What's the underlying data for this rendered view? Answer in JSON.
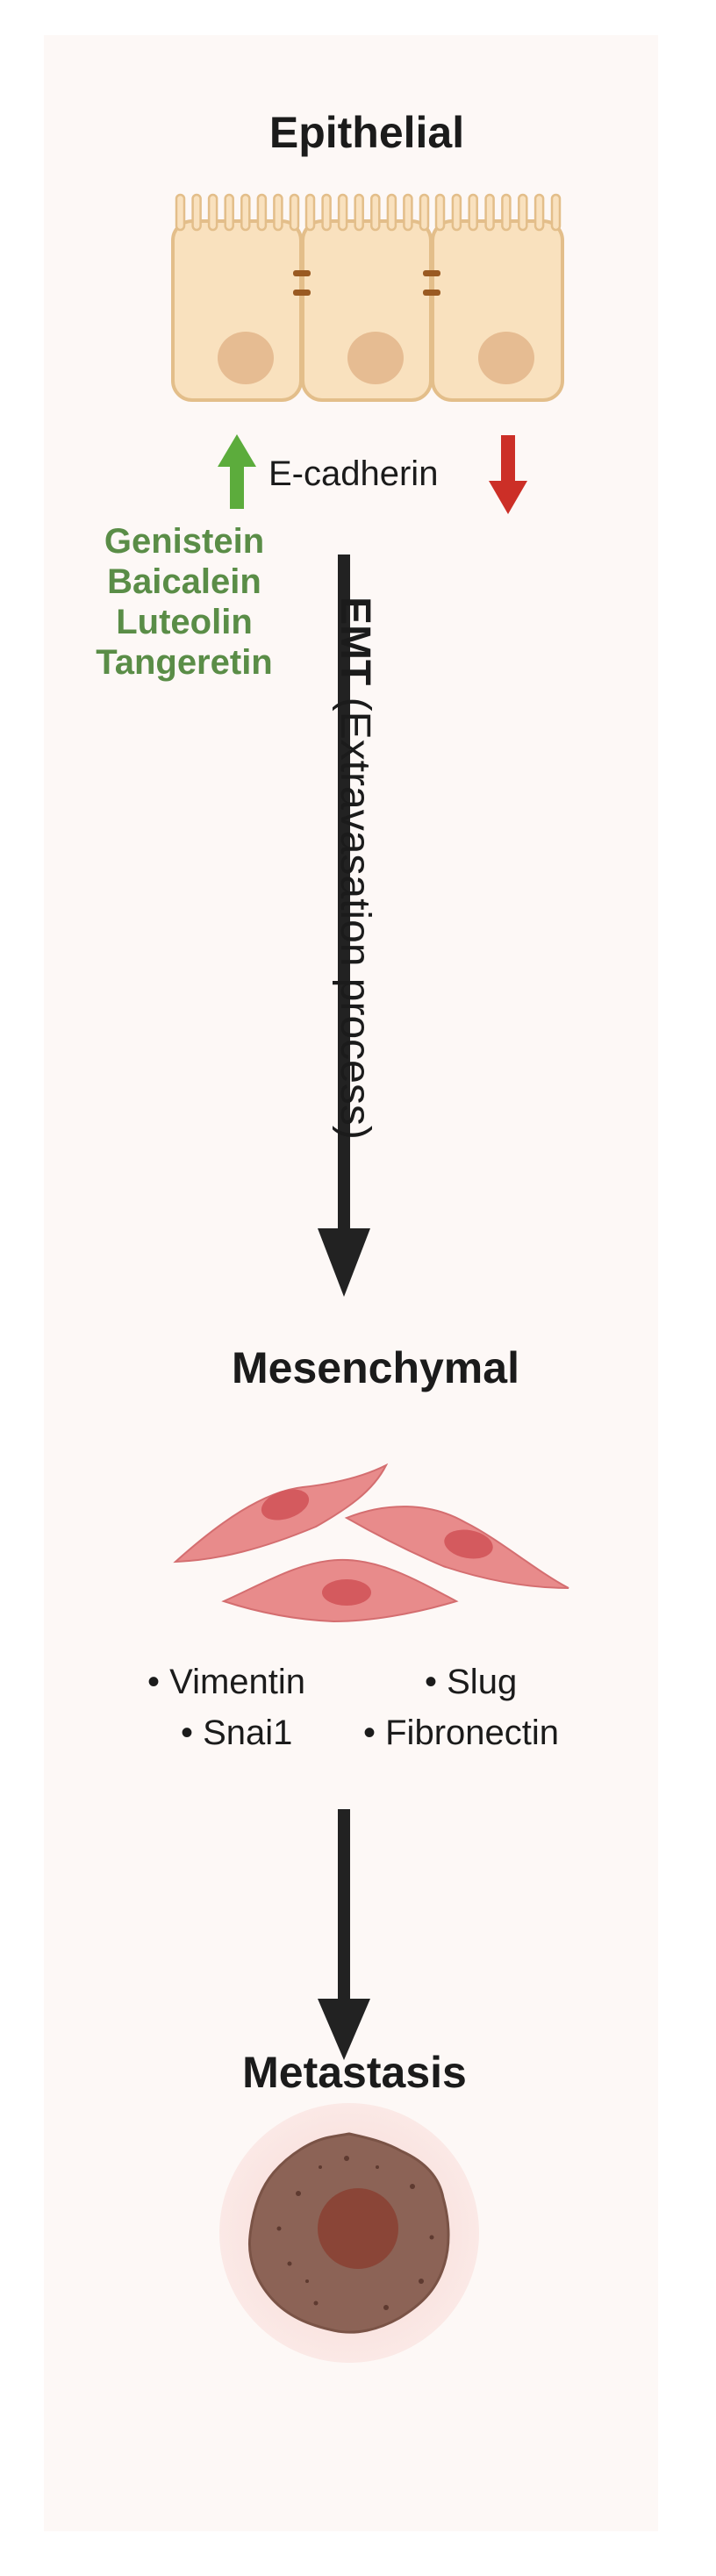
{
  "stages": {
    "epithelial": "Epithelial",
    "mesenchymal": "Mesenchymal",
    "metastasis": "Metastasis"
  },
  "ecadherin": {
    "label": "E-cadherin",
    "up_color": "#5cac3c",
    "down_color": "#cc2f27"
  },
  "compounds": [
    "Genistein",
    "Baicalein",
    "Luteolin",
    "Tangeretin"
  ],
  "emt": {
    "term": "EMT",
    "detail": "(Extravasation process)"
  },
  "markers": [
    "Vimentin",
    "Slug",
    "Snai1",
    "Fibronectin"
  ],
  "colors": {
    "cell_fill": "#f9e1be",
    "cell_stroke": "#e3be8a",
    "nucleus": "#e6bc92",
    "junction": "#9a5a22",
    "mesenchymal_fill": "#e88b8b",
    "mesenchymal_nucleus": "#d45a5e",
    "tumor": "#8c6356",
    "tumor_core": "#8a4537",
    "compound_text": "#5a8d47"
  }
}
